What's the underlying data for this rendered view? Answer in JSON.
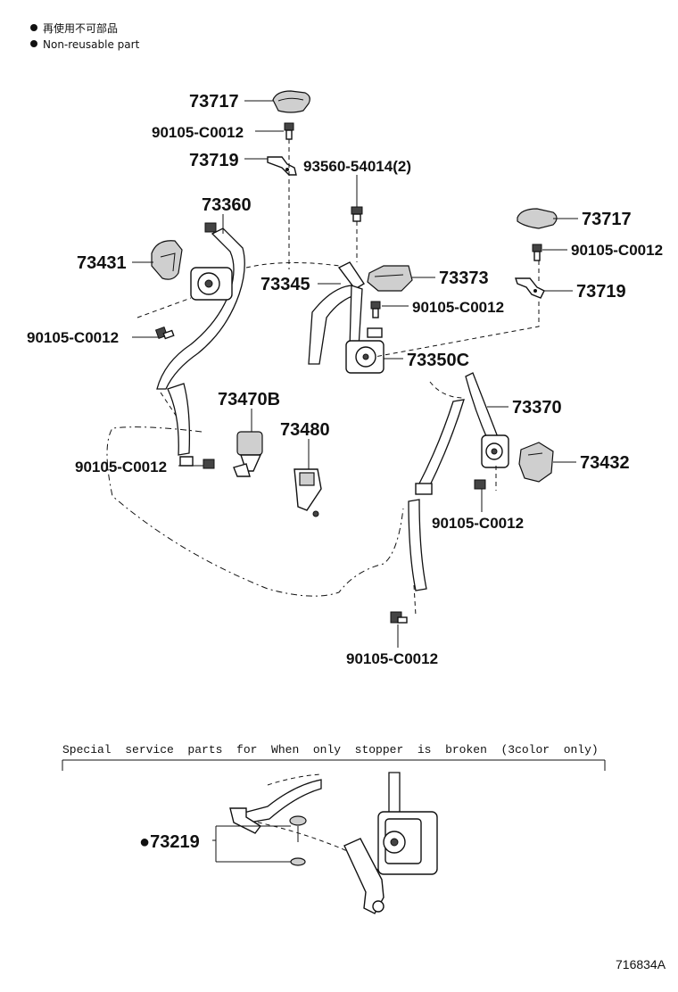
{
  "legend": {
    "line_jp": "再使用不可部品",
    "line_en": "Non-reusable part"
  },
  "labels": {
    "p73717_top": "73717",
    "p90105_a": "90105-C0012",
    "p73719_top": "73719",
    "p93560": "93560-54014(2)",
    "p73360": "73360",
    "p73431": "73431",
    "p73345": "73345",
    "p73373": "73373",
    "p73717_right": "73717",
    "p90105_b": "90105-C0012",
    "p73719_right": "73719",
    "p90105_c": "90105-C0012",
    "p90105_d": "90105-C0012",
    "p73350c": "73350C",
    "p73470b": "73470B",
    "p73480": "73480",
    "p73370": "73370",
    "p73432": "73432",
    "p90105_e": "90105-C0012",
    "p90105_f": "90105-C0012",
    "p90105_g": "90105-C0012"
  },
  "special": {
    "caption": "Special  service  parts  for  When  only  stopper  is  broken  (3color  only)",
    "part": "●73219"
  },
  "footer": {
    "code": "716834A"
  }
}
